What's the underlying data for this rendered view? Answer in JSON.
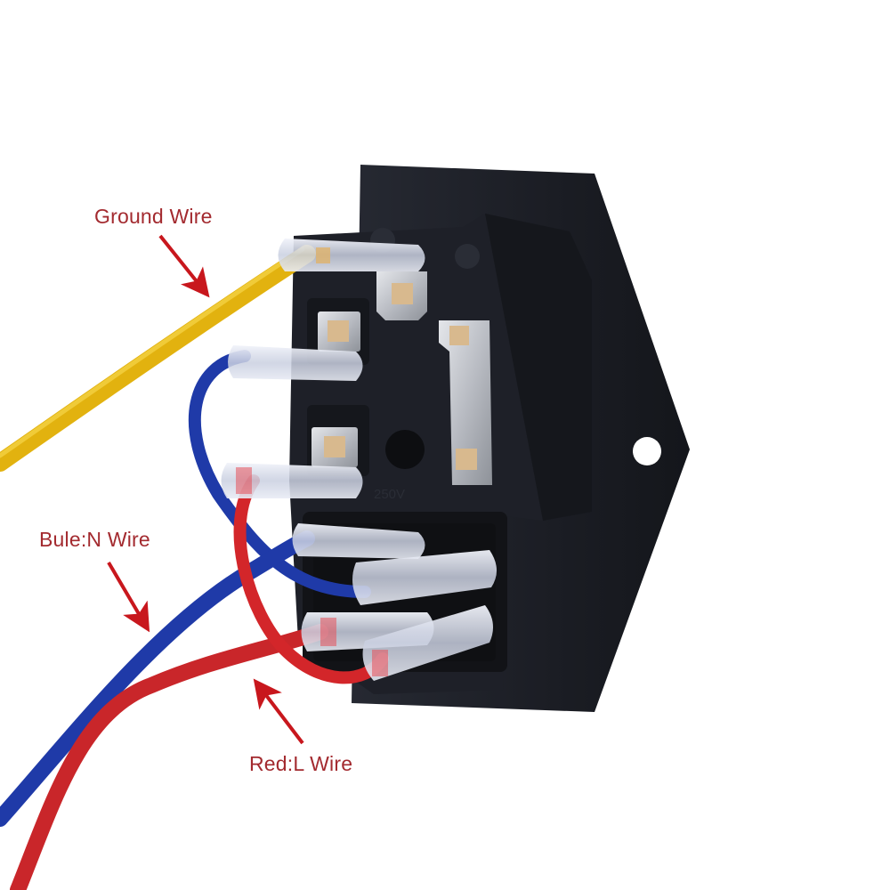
{
  "image": {
    "subject": "IEC C14 power inlet socket with fuse and rocker switch, rear view with wired connections",
    "background_color": "#ffffff"
  },
  "annotations": [
    {
      "id": "ground",
      "text": "Ground Wire",
      "wire_color": "#f2c21b",
      "arrow_color": "#c8171d"
    },
    {
      "id": "neutral",
      "text": "Bule:N Wire",
      "wire_color": "#1f3aa8",
      "arrow_color": "#c8171d"
    },
    {
      "id": "live",
      "text": "Red:L Wire",
      "wire_color": "#d3262a",
      "arrow_color": "#c8171d"
    }
  ],
  "socket": {
    "housing_color": "#1c1e25",
    "embossed_rating": "250V",
    "mounting_holes": 1
  },
  "colors": {
    "label_text": "#a32a2f",
    "arrow": "#c8171d",
    "metal_terminal": "#c9ccd2",
    "sleeve": "#dfe4f0"
  }
}
